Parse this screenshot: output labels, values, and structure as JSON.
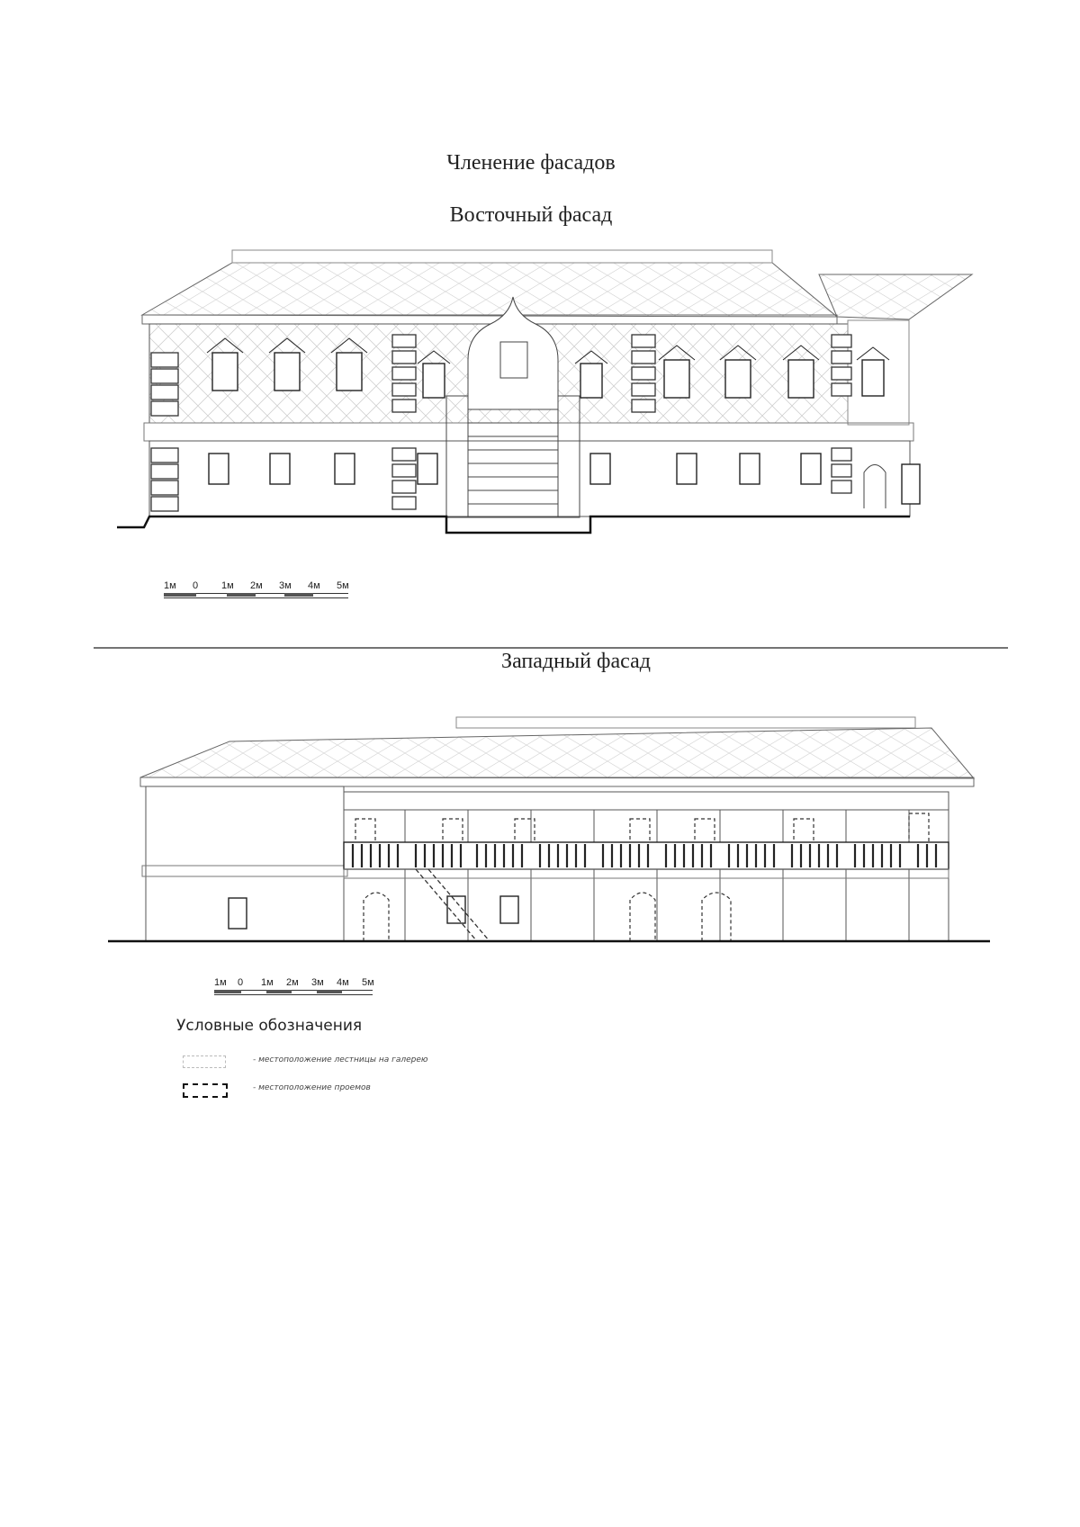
{
  "titles": {
    "main": "Членение фасадов",
    "east": "Восточный фасад",
    "west": "Западный фасад"
  },
  "scale_bar": {
    "labels": [
      "1м",
      "0",
      "1м",
      "2м",
      "3м",
      "4м",
      "5м"
    ]
  },
  "legend": {
    "title": "Условные обозначения",
    "items": [
      {
        "style": "light-dashed",
        "text": "- местоположение лестницы на галерею"
      },
      {
        "style": "dark-dashed",
        "text": "- местоположение проемов"
      }
    ]
  },
  "colors": {
    "line": "#333333",
    "light_line": "#9a9a9a",
    "ground": "#111111"
  }
}
